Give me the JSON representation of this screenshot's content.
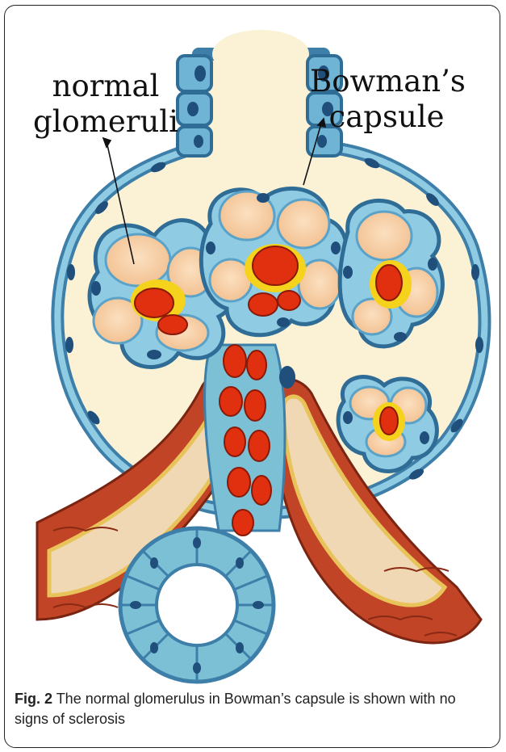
{
  "labels": {
    "normal_glomeruli_line1": "normal",
    "normal_glomeruli_line2": "glomeruli",
    "bowmans_capsule_line1": "Bowman’s",
    "bowmans_capsule_line2": "capsule"
  },
  "caption": {
    "figure_number": "Fig. 2",
    "text": " The normal glomerulus in Bowman’s capsule is shown with no signs of sclerosis"
  },
  "colors": {
    "capsule_space": "#fbf2d6",
    "capsule_cell": "#6fb4d4",
    "capsule_outline": "#3d7fa8",
    "nucleus": "#1f4f7a",
    "podocyte": "#f7cda3",
    "capillary_red": "#e0300f",
    "capillary_yellow": "#f5d21c",
    "vessel_muscle": "#c24426",
    "vessel_lumen": "#f1d8b4",
    "tubule_cell": "#7cc0d6"
  }
}
